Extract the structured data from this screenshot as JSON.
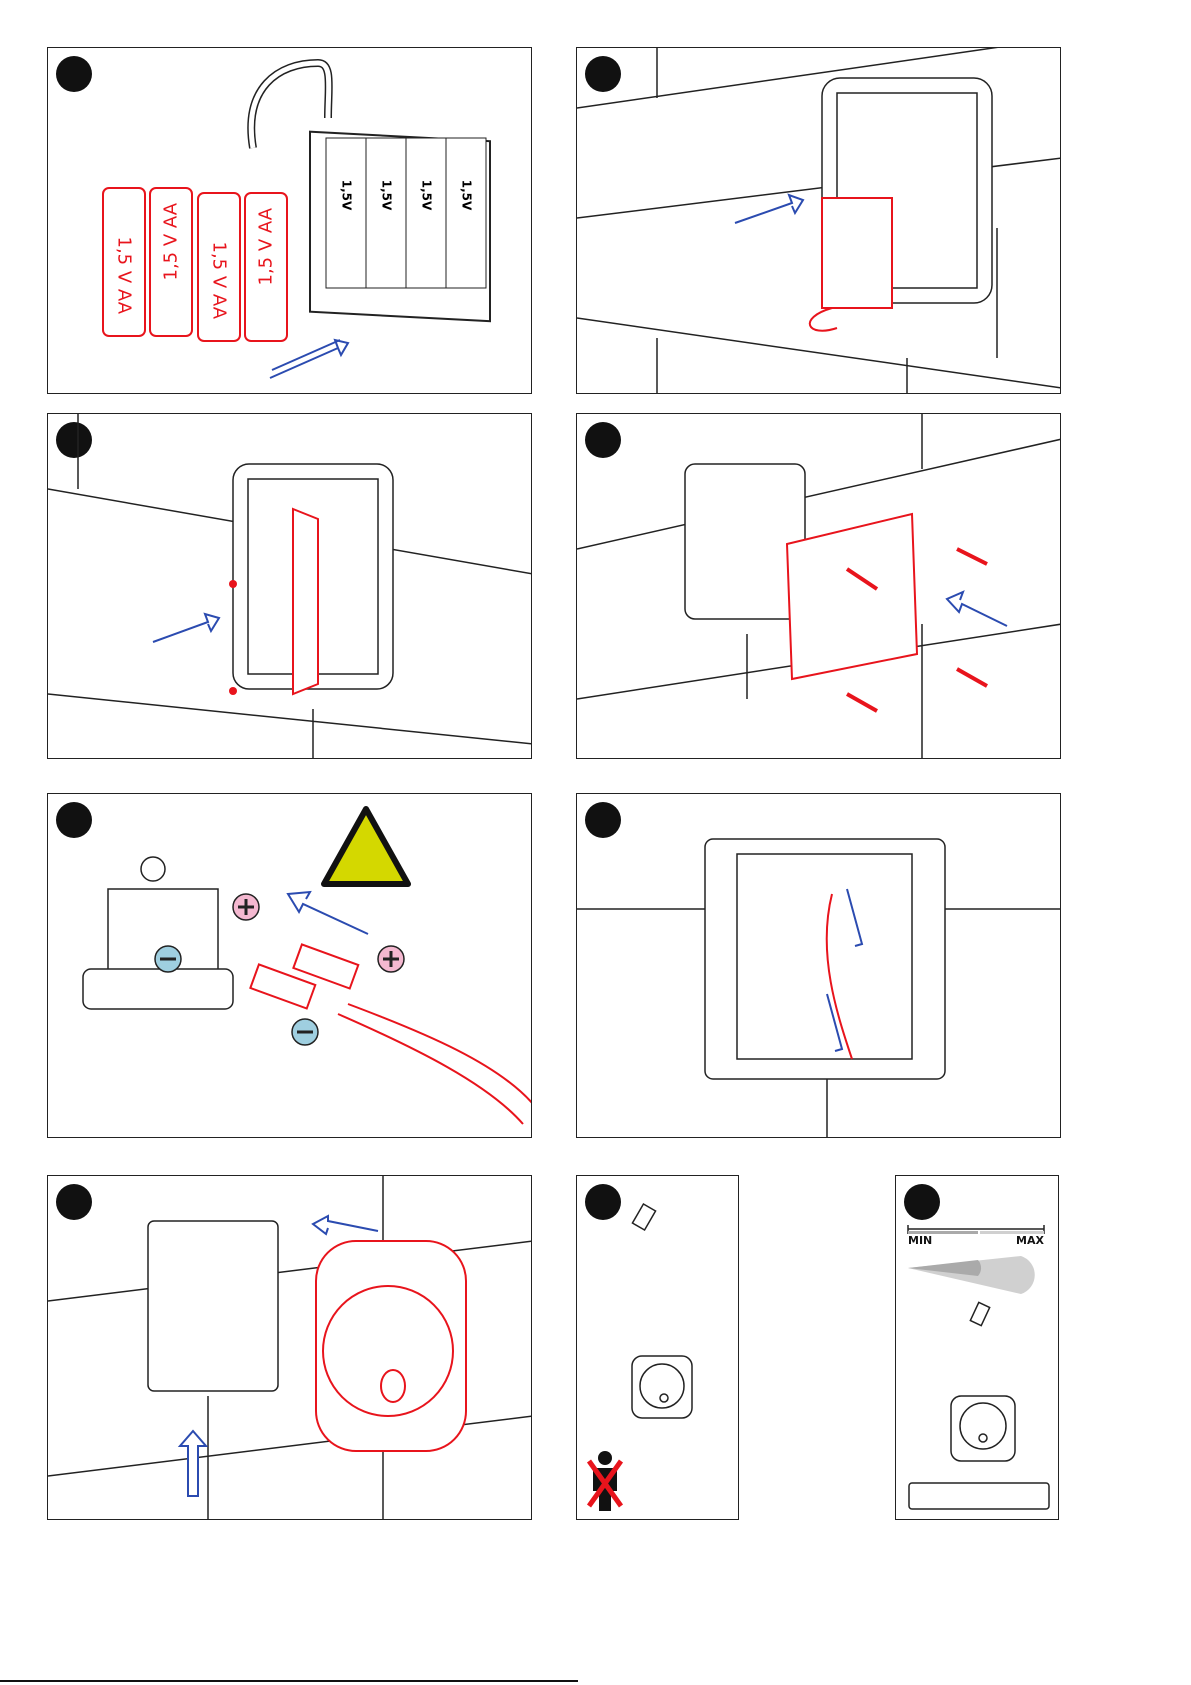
{
  "panel1": {
    "batteries": [
      "1,5 V AA",
      "1,5 V AA",
      "1,5 V AA",
      "1,5 V AA"
    ],
    "holder_labels": [
      "1,5V",
      "1,5V",
      "1,5V",
      "1,5V"
    ]
  },
  "panel9": {
    "min_label": "MIN",
    "max_label": "MAX"
  },
  "colors": {
    "red": "#e8141c",
    "blue": "#2b4bb0",
    "warning_yellow": "#d4d800",
    "plus_badge": "#f4b8d0",
    "minus_badge": "#9fcfe0"
  }
}
